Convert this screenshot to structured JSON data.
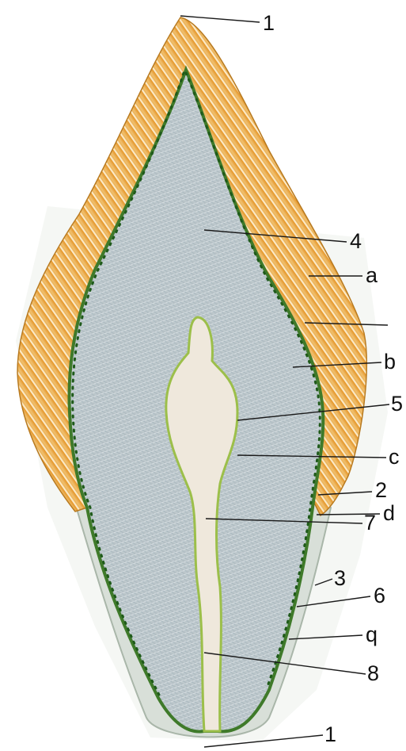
{
  "labels": {
    "l1_top": "1",
    "l4": "4",
    "la": "a",
    "lb": "b",
    "l5": "5",
    "lc": "c",
    "l2": "2",
    "ld": "d",
    "l7": "7",
    "l3": "3",
    "l6": "6",
    "lq": "q",
    "l8": "8",
    "l1_bottom": "1"
  }
}
